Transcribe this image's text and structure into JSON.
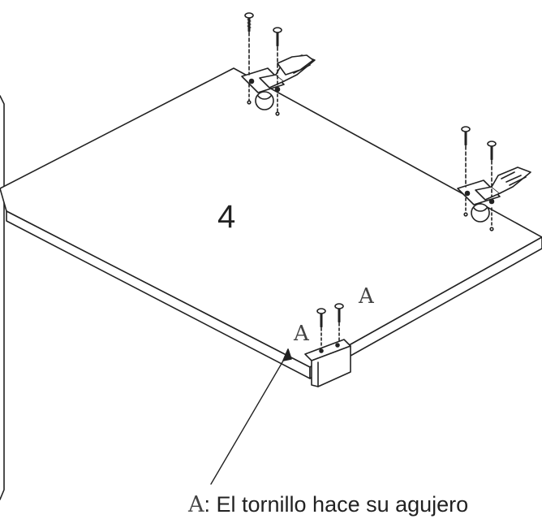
{
  "diagram": {
    "panel_number": "4",
    "marker_left": "A",
    "marker_right": "A",
    "caption_letter": "A",
    "caption_text": ": El tornillo hace su agujero"
  },
  "colors": {
    "line": "#222222",
    "background": "#ffffff"
  }
}
